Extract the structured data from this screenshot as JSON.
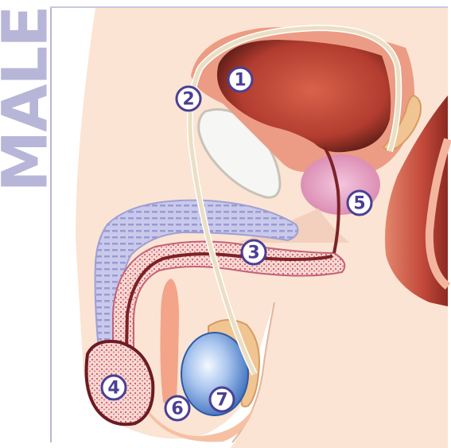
{
  "title": "MALE",
  "labels": [
    {
      "id": "1",
      "text": "1"
    },
    {
      "id": "2",
      "text": "2"
    },
    {
      "id": "3",
      "text": "3"
    },
    {
      "id": "4",
      "text": "4"
    },
    {
      "id": "5",
      "text": "5"
    },
    {
      "id": "6",
      "text": "6"
    },
    {
      "id": "7",
      "text": "7"
    }
  ],
  "colors": {
    "title": "#b7b5d8",
    "label_stroke": "#4b3f93",
    "skin": "#fbe4d3",
    "tissue": "#e88a72",
    "bladder": "#c0483a",
    "prostate": "#e7a9c8",
    "erectile": "#c7c8ea",
    "testis": "#6b9ad6",
    "duct": "#f4ecd8"
  }
}
